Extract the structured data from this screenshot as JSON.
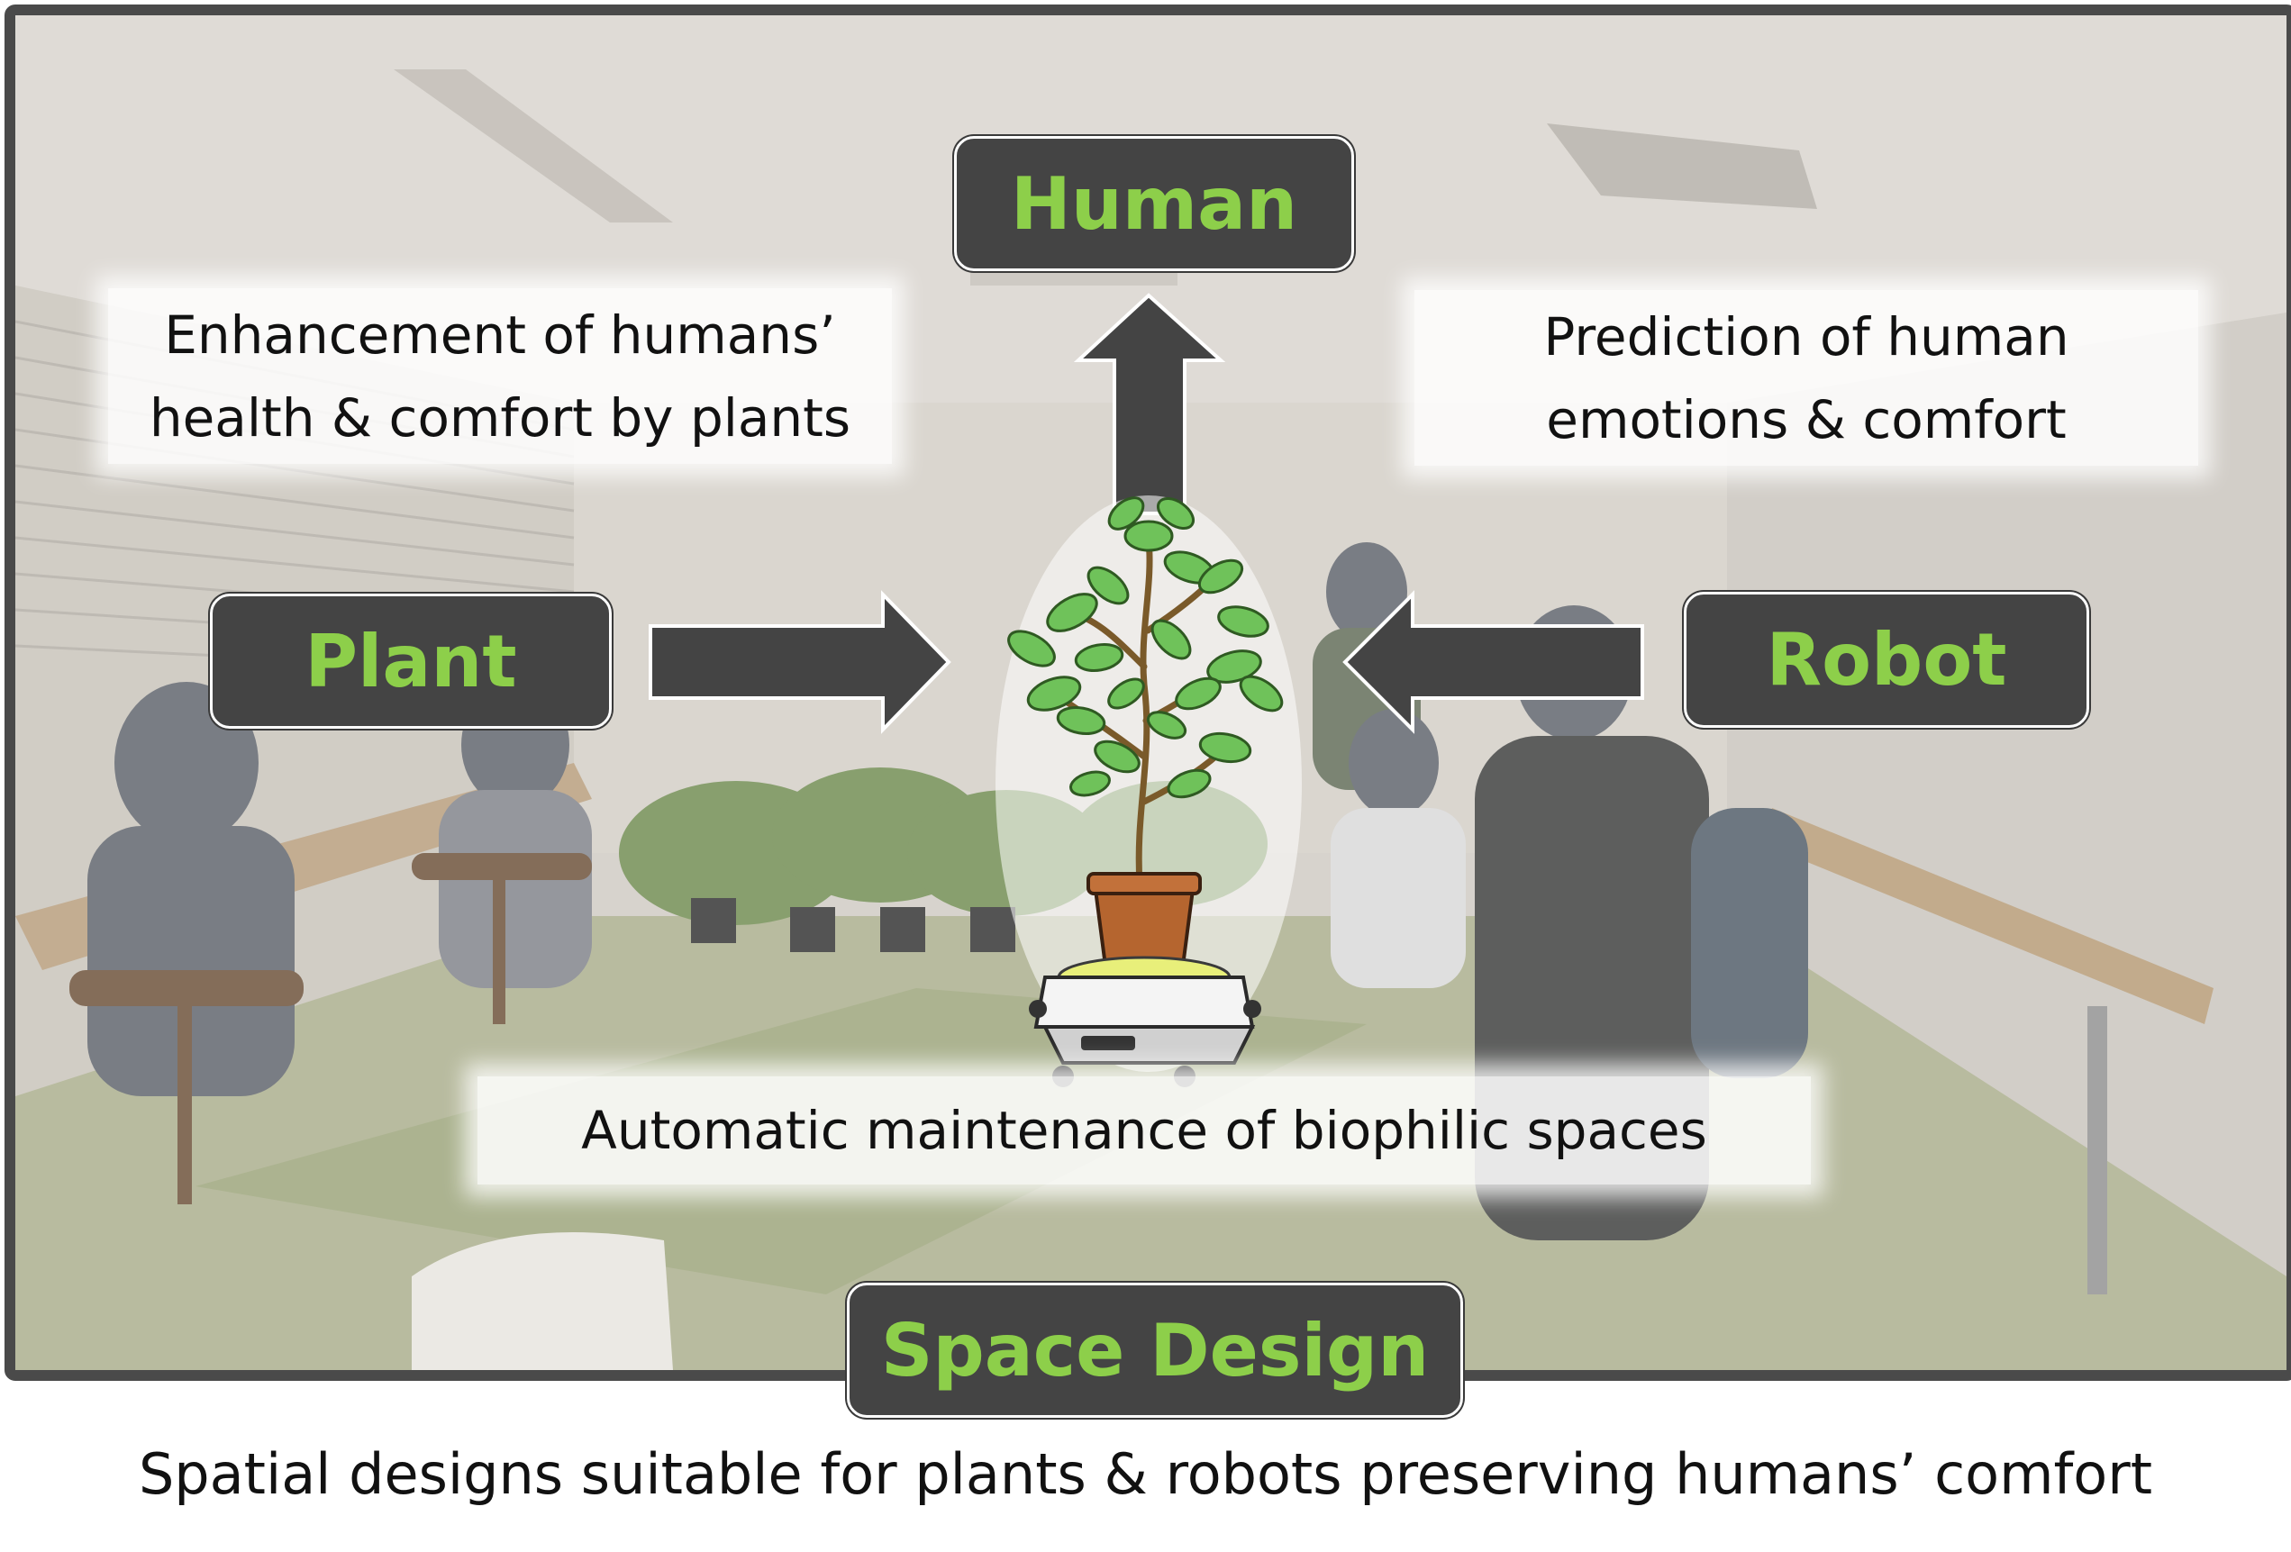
{
  "nodes": {
    "human": "Human",
    "plant": "Plant",
    "robot": "Robot",
    "space_design": "Space Design"
  },
  "notes": {
    "plant_to_human": "Enhancement of humans’\nhealth & comfort by plants",
    "robot_to_human": "Prediction of human\nemotions & comfort",
    "maintenance": "Automatic maintenance of biophilic spaces"
  },
  "caption": "Spatial designs suitable for plants & robots preserving humans’ comfort",
  "colors": {
    "node_fill": "#444444",
    "node_text": "#8dcf4a",
    "frame": "#4a4a4a",
    "arrow": "#444444",
    "leaf": "#6fc25a",
    "pot": "#b5652f"
  },
  "icons": {
    "center": "potted-plant-on-robot-icon",
    "background": "office-room-photo"
  }
}
